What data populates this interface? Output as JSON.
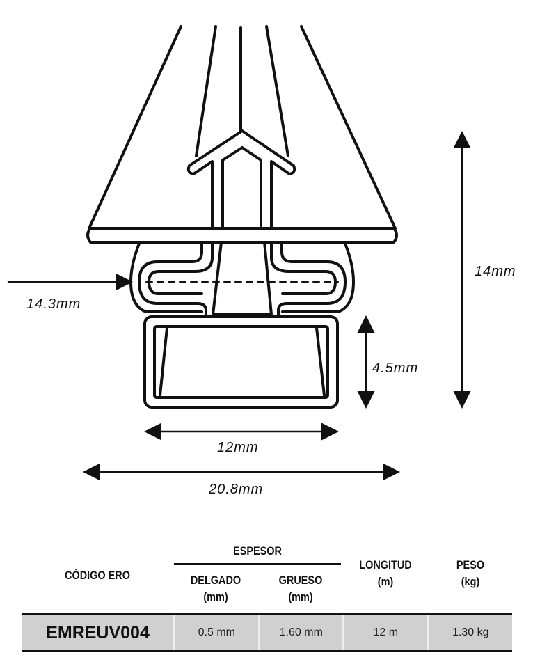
{
  "dimensions": {
    "inner_width": "14.3mm",
    "height_total": "14mm",
    "base_height": "4.5mm",
    "base_width": "12mm",
    "total_width": "20.8mm"
  },
  "table": {
    "headers": {
      "code": "CÓDIGO ERO",
      "thickness_group": "ESPESOR",
      "thin": "DELGADO",
      "thin_unit": "(mm)",
      "thick": "GRUESO",
      "thick_unit": "(mm)",
      "length": "LONGITUD",
      "length_unit": "(m)",
      "weight": "PESO",
      "weight_unit": "(kg)"
    },
    "row": {
      "code": "EMREUV004",
      "thin": "0.5 mm",
      "thick": "1.60 mm",
      "length": "12 m",
      "weight": "1.30 kg"
    }
  }
}
